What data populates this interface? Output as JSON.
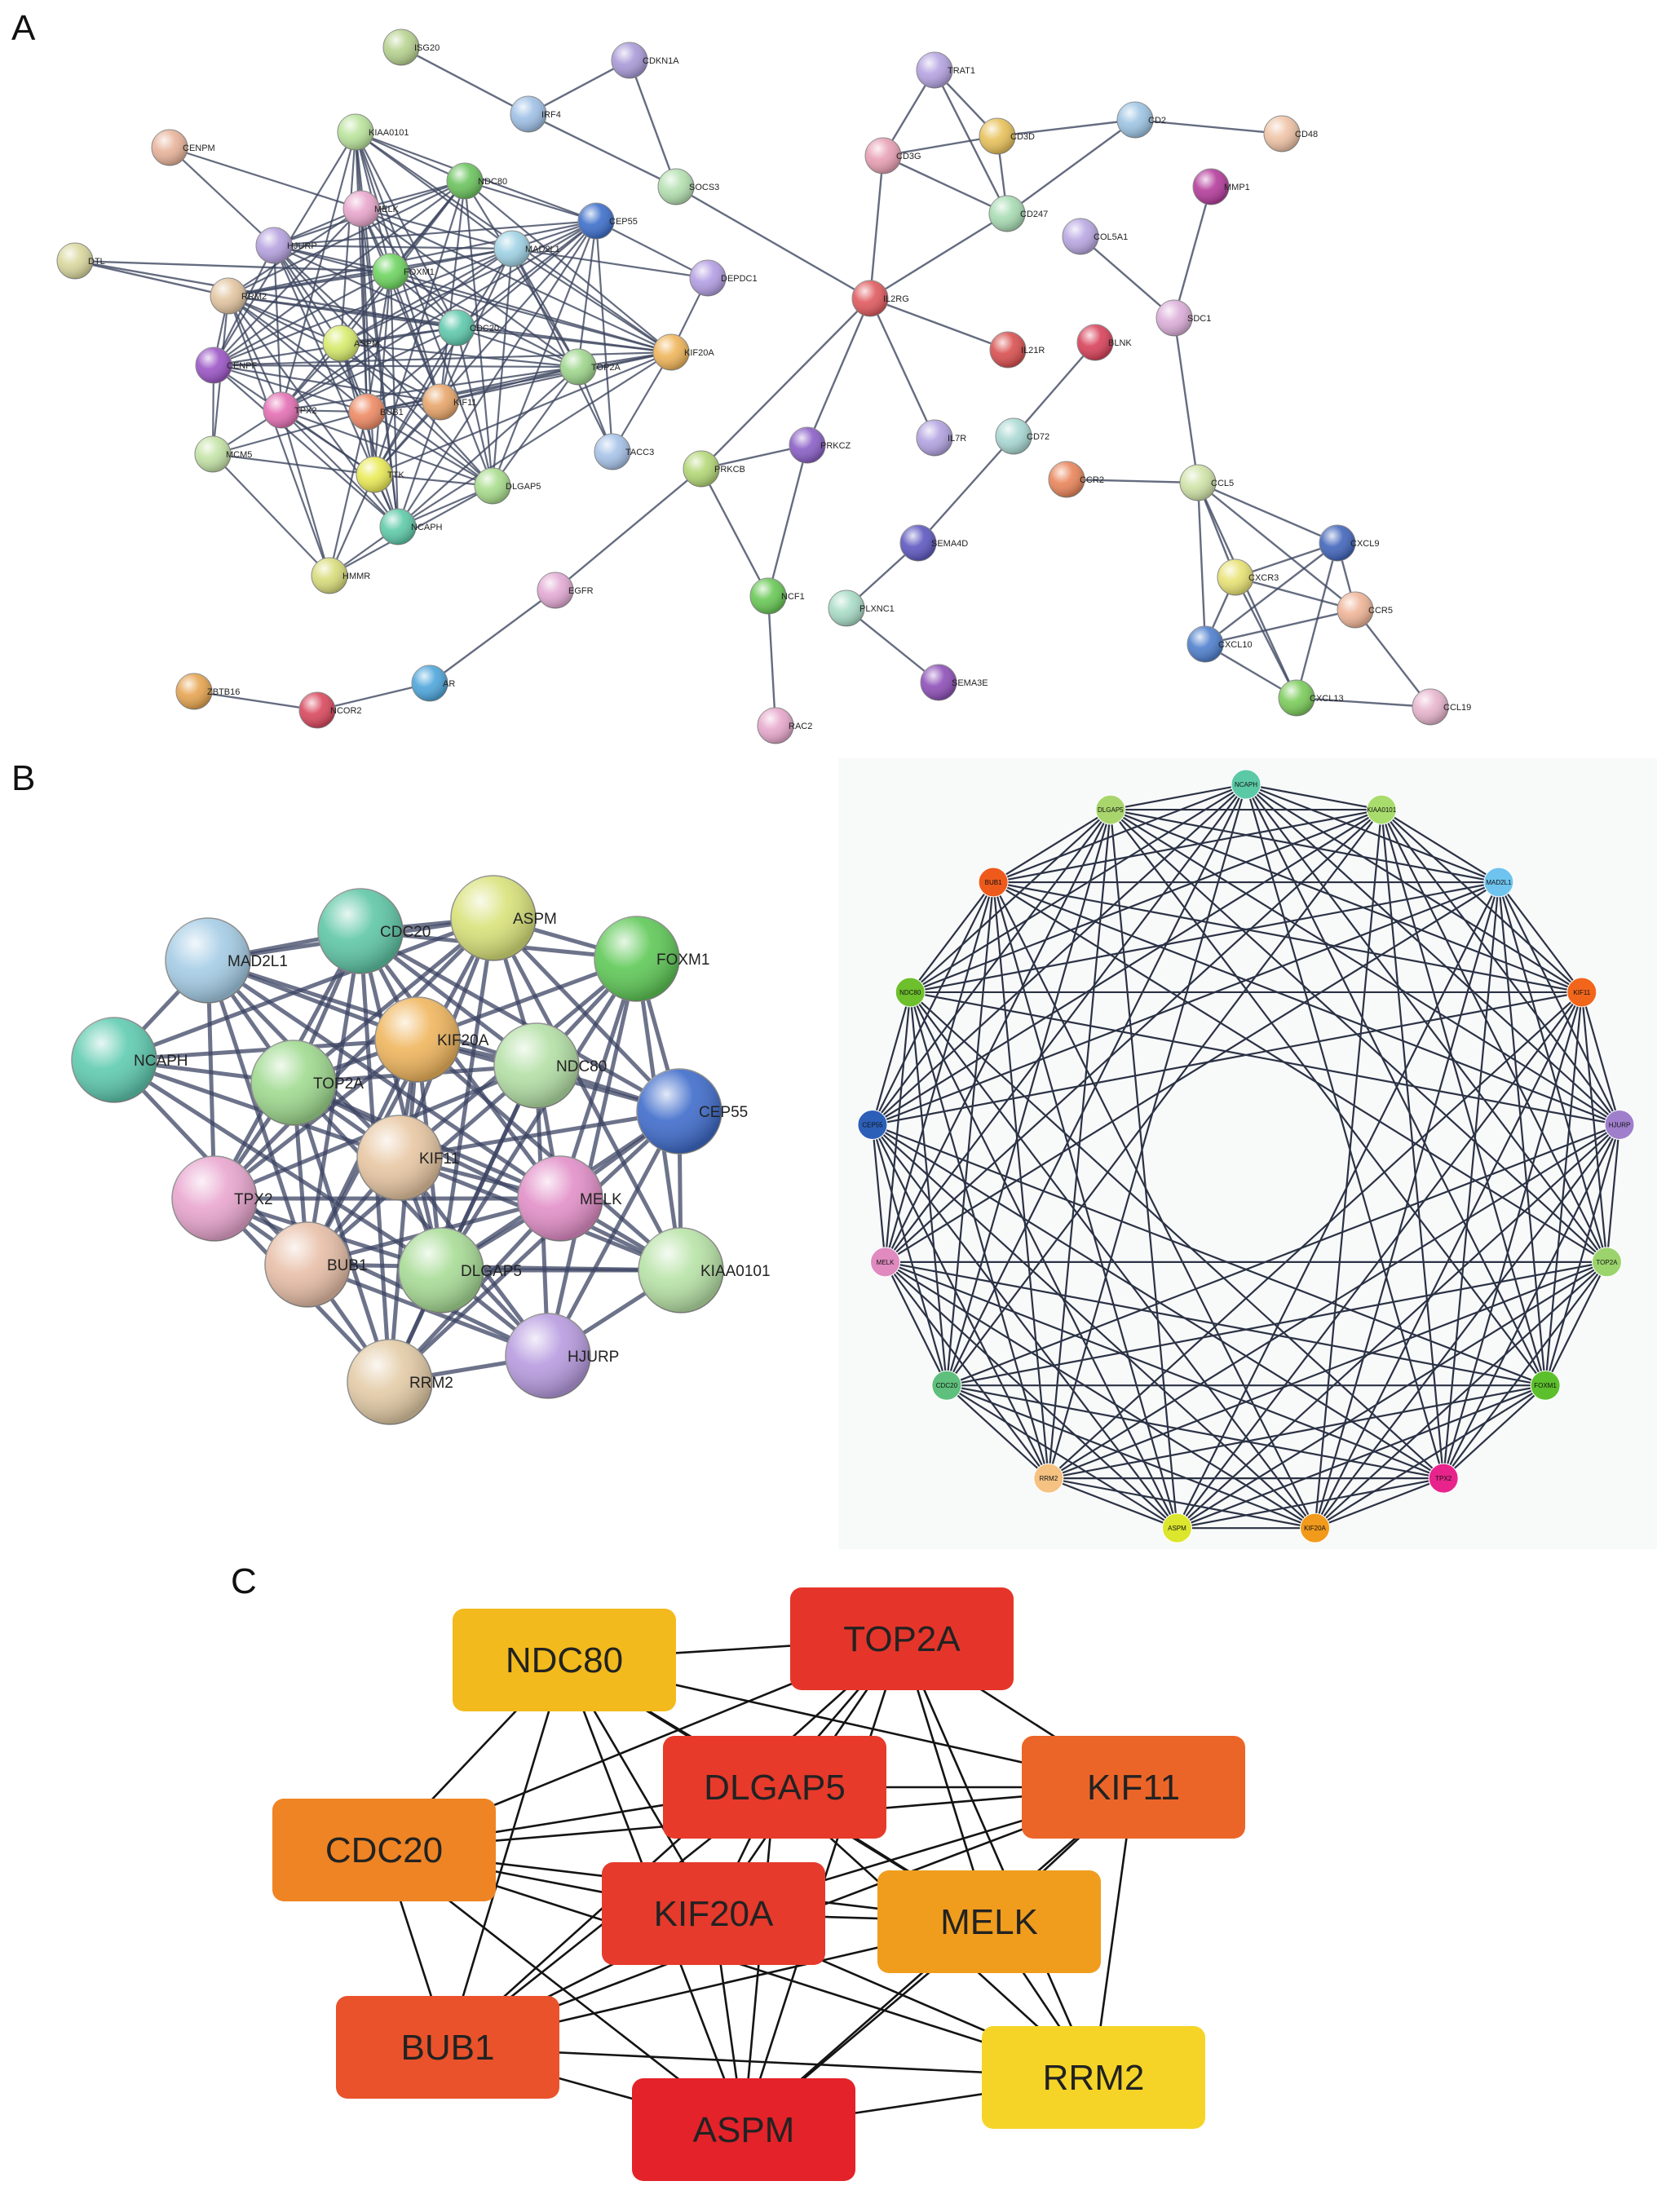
{
  "panels": {
    "a": "A",
    "b": "B",
    "c": "C"
  },
  "networkA": {
    "nodes": [
      {
        "id": "ISG20",
        "c": "#b7d28f"
      },
      {
        "id": "CDKN1A",
        "c": "#a99ad8"
      },
      {
        "id": "IRF4",
        "c": "#9fc0e6"
      },
      {
        "id": "SOCS3",
        "c": "#b4e0b0"
      },
      {
        "id": "CENPM",
        "c": "#e8b39a"
      },
      {
        "id": "KIAA0101",
        "c": "#b9e39b"
      },
      {
        "id": "NDC80",
        "c": "#6bc35d"
      },
      {
        "id": "MELK",
        "c": "#e9a6cc"
      },
      {
        "id": "HJURP",
        "c": "#b6a2e0"
      },
      {
        "id": "CEP55",
        "c": "#3d6fcb"
      },
      {
        "id": "MAD2L1",
        "c": "#9fd2e4"
      },
      {
        "id": "FOXM1",
        "c": "#6dd45f"
      },
      {
        "id": "DTL",
        "c": "#d9d79d"
      },
      {
        "id": "RRM2",
        "c": "#e3c5a0"
      },
      {
        "id": "DEPDC1",
        "c": "#b39ee3"
      },
      {
        "id": "ASPM",
        "c": "#d7eb6c"
      },
      {
        "id": "CDC20",
        "c": "#5fc9ad"
      },
      {
        "id": "KIF20A",
        "c": "#f0b55a"
      },
      {
        "id": "TOP2A",
        "c": "#9ed68c"
      },
      {
        "id": "CENPF",
        "c": "#9b55c6"
      },
      {
        "id": "TPX2",
        "c": "#e46fb4"
      },
      {
        "id": "BUB1",
        "c": "#ee8a64"
      },
      {
        "id": "KIF11",
        "c": "#e8a56a"
      },
      {
        "id": "MCM5",
        "c": "#c4e3a6"
      },
      {
        "id": "TTK",
        "c": "#e9ea56"
      },
      {
        "id": "TACC3",
        "c": "#a7c3e9"
      },
      {
        "id": "DLGAP5",
        "c": "#a8dd8c"
      },
      {
        "id": "NCAPH",
        "c": "#5ecaa8"
      },
      {
        "id": "HMMR",
        "c": "#d8dc7a"
      },
      {
        "id": "TRAT1",
        "c": "#b5a3e1"
      },
      {
        "id": "CD3G",
        "c": "#e8a0b4"
      },
      {
        "id": "CD3D",
        "c": "#e8c15a"
      },
      {
        "id": "CD2",
        "c": "#9dc4e3"
      },
      {
        "id": "CD48",
        "c": "#efc3a6"
      },
      {
        "id": "CD247",
        "c": "#a8dcb3"
      },
      {
        "id": "MMP1",
        "c": "#b43c9b"
      },
      {
        "id": "COL5A1",
        "c": "#b9a7e2"
      },
      {
        "id": "IL2RG",
        "c": "#e05a5e"
      },
      {
        "id": "IL21R",
        "c": "#d94f4f"
      },
      {
        "id": "BLNK",
        "c": "#d8425a"
      },
      {
        "id": "SDC1",
        "c": "#dcaed9"
      },
      {
        "id": "PRKCZ",
        "c": "#8a5fc6"
      },
      {
        "id": "PRKCB",
        "c": "#b3d776"
      },
      {
        "id": "IL7R",
        "c": "#b3a3e1"
      },
      {
        "id": "CD72",
        "c": "#a9d8d3"
      },
      {
        "id": "CCR2",
        "c": "#e9855a"
      },
      {
        "id": "CCL5",
        "c": "#d0e3a7"
      },
      {
        "id": "SEMA4D",
        "c": "#5e58c0"
      },
      {
        "id": "CXCL9",
        "c": "#4265bb"
      },
      {
        "id": "CXCR3",
        "c": "#e8e274"
      },
      {
        "id": "EGFR",
        "c": "#e3aad4"
      },
      {
        "id": "NCF1",
        "c": "#68c855"
      },
      {
        "id": "PLXNC1",
        "c": "#a8dcc6"
      },
      {
        "id": "CCR5",
        "c": "#efb497"
      },
      {
        "id": "CXCL10",
        "c": "#4e7fcd"
      },
      {
        "id": "ZBTB16",
        "c": "#e6a450"
      },
      {
        "id": "AR",
        "c": "#4ea6dc"
      },
      {
        "id": "SEMA3E",
        "c": "#8e4fb8"
      },
      {
        "id": "CXCL13",
        "c": "#7bcc5a"
      },
      {
        "id": "CCL19",
        "c": "#e7b4cd"
      },
      {
        "id": "NCOR2",
        "c": "#d9485d"
      },
      {
        "id": "RAC2",
        "c": "#e7a8cc"
      }
    ]
  },
  "networkB": {
    "nodes": [
      {
        "id": "ASPM",
        "c": "#d9e27a"
      },
      {
        "id": "CDC20",
        "c": "#5fc7a6"
      },
      {
        "id": "MAD2L1",
        "c": "#a6cde6"
      },
      {
        "id": "FOXM1",
        "c": "#5fc957"
      },
      {
        "id": "NCAPH",
        "c": "#5fcbb0"
      },
      {
        "id": "KIF20A",
        "c": "#f0b65e"
      },
      {
        "id": "NDC80",
        "c": "#b4e0a6"
      },
      {
        "id": "TOP2A",
        "c": "#9fda8f"
      },
      {
        "id": "CEP55",
        "c": "#3f6ccb"
      },
      {
        "id": "KIF11",
        "c": "#e8c7a3"
      },
      {
        "id": "MELK",
        "c": "#e28fc8"
      },
      {
        "id": "TPX2",
        "c": "#e9a6cf"
      },
      {
        "id": "BUB1",
        "c": "#e8bfa8"
      },
      {
        "id": "DLGAP5",
        "c": "#a8dc96"
      },
      {
        "id": "KIAA0101",
        "c": "#b8e3a7"
      },
      {
        "id": "HJURP",
        "c": "#b89ce0"
      },
      {
        "id": "RRM2",
        "c": "#e3cba6"
      }
    ]
  },
  "ring": {
    "nodes": [
      {
        "id": "NCAPH",
        "c": "#5cc9a6"
      },
      {
        "id": "KIAA0101",
        "c": "#a8dc6c"
      },
      {
        "id": "MAD2L1",
        "c": "#6ec4ee"
      },
      {
        "id": "KIF11",
        "c": "#f2661c"
      },
      {
        "id": "HJURP",
        "c": "#9f7fcc"
      },
      {
        "id": "TOP2A",
        "c": "#9bd46c"
      },
      {
        "id": "FOXM1",
        "c": "#5cbf2c"
      },
      {
        "id": "TPX2",
        "c": "#e8248c"
      },
      {
        "id": "KIF20A",
        "c": "#f29a1c"
      },
      {
        "id": "ASPM",
        "c": "#dce62c"
      },
      {
        "id": "RRM2",
        "c": "#f5c282"
      },
      {
        "id": "CDC20",
        "c": "#5fbf7c"
      },
      {
        "id": "MELK",
        "c": "#e08ac0"
      },
      {
        "id": "CEP55",
        "c": "#2c5fb8"
      },
      {
        "id": "NDC80",
        "c": "#6dbf2c"
      },
      {
        "id": "BUB1",
        "c": "#ee5a1c"
      },
      {
        "id": "DLGAP5",
        "c": "#a8d66c"
      }
    ]
  },
  "hub": {
    "nodes": [
      {
        "id": "NDC80",
        "c": "#f2ba1c"
      },
      {
        "id": "TOP2A",
        "c": "#e5352a"
      },
      {
        "id": "DLGAP5",
        "c": "#e73a2a"
      },
      {
        "id": "KIF11",
        "c": "#ec6528"
      },
      {
        "id": "CDC20",
        "c": "#ef8424"
      },
      {
        "id": "KIF20A",
        "c": "#e63a2c"
      },
      {
        "id": "MELK",
        "c": "#f09d1e"
      },
      {
        "id": "BUB1",
        "c": "#e9522a"
      },
      {
        "id": "RRM2",
        "c": "#f5d427"
      },
      {
        "id": "ASPM",
        "c": "#e42229"
      }
    ]
  }
}
